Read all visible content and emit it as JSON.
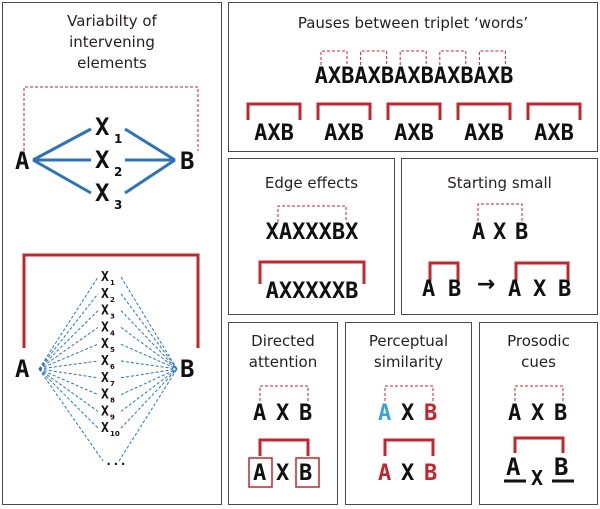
{
  "panels": {
    "variability": {
      "title": [
        "Variabilty of",
        "intervening",
        "elements"
      ],
      "top": {
        "start": "A",
        "end": "B",
        "middle": [
          "X",
          "X",
          "X"
        ],
        "subscripts": [
          "1",
          "2",
          "3"
        ]
      },
      "bottom": {
        "start": "A",
        "end": "B",
        "middle": "X",
        "subscripts": [
          "1",
          "2",
          "3",
          "4",
          "5",
          "6",
          "7",
          "8",
          "9",
          "10"
        ],
        "ellipsis": "..."
      }
    },
    "pauses": {
      "title": "Pauses between triplet ‘words’",
      "stream": "AXBAXBAXBAXBAXB",
      "words": [
        "AXB",
        "AXB",
        "AXB",
        "AXB",
        "AXB"
      ]
    },
    "edge": {
      "title": "Edge effects",
      "top": "XAXXXBX",
      "bottom": "AXXXXXB"
    },
    "starting": {
      "title": "Starting small",
      "top": [
        "A",
        "X",
        "B"
      ],
      "small": [
        "A",
        "B"
      ],
      "arrow": "→",
      "full": [
        "A",
        "X",
        "B"
      ]
    },
    "directed": {
      "title": [
        "Directed",
        "attention"
      ],
      "top": [
        "A",
        "X",
        "B"
      ],
      "bottom": [
        "A",
        "X",
        "B"
      ]
    },
    "perceptual": {
      "title": [
        "Perceptual",
        "similarity"
      ],
      "top": [
        "A",
        "X",
        "B"
      ],
      "bottom": [
        "A",
        "X",
        "B"
      ]
    },
    "prosodic": {
      "title": [
        "Prosodic",
        "cues"
      ],
      "top": [
        "A",
        "X",
        "B"
      ],
      "bottom": [
        "A",
        "X",
        "B"
      ]
    }
  },
  "colors": {
    "dependency_solid": "#c1272d",
    "dependency_dashed": "#c1272d",
    "link_blue": "#2e73b8",
    "highlight_red": "#c1272d",
    "highlight_blue": "#3ba3d6",
    "text": "#111111",
    "border": "#4a4a4a"
  }
}
